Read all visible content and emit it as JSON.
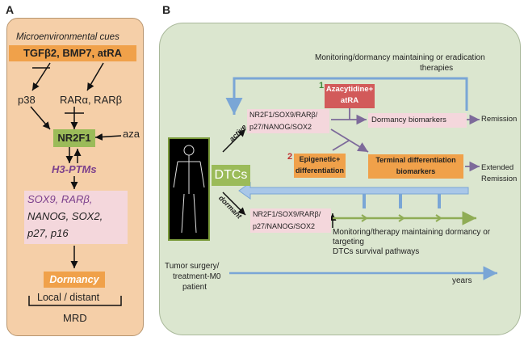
{
  "panel_a": {
    "letter": "A",
    "micro_title": "Microenvironmental cues",
    "cues": "TGFβ2, BMP7, atRA",
    "p38": "p38",
    "rar": "RARα, RARβ",
    "nr2f1": "NR2F1",
    "aza": "aza",
    "ptms": "H3-PTMs",
    "targets": [
      "SOX9, RARβ,",
      "NANOG, SOX2,",
      "p27, p16"
    ],
    "dormancy": "Dormancy",
    "local": "Local / distant",
    "mrd": "MRD"
  },
  "panel_b": {
    "letter": "B",
    "monitoring_top": [
      "Monitoring/dormancy maintaining or eradication",
      "therapies"
    ],
    "step1_num": "1",
    "aza_box": [
      "Azacytidine+",
      "atRA"
    ],
    "active_genes": [
      "NR2F1/SOX9/RARβ/",
      "p27/NANOG/SOX2"
    ],
    "dormancy_biomarkers": "Dormancy biomarkers",
    "remission": "Remission",
    "step2_num": "2",
    "epigenetic_box": [
      "Epigenetic+",
      "differentiation"
    ],
    "terminal_box": [
      "Terminal differentiation",
      "biomarkers"
    ],
    "extended_remission": [
      "Extended",
      "Remission"
    ],
    "dtcs": "DTCs",
    "active": "active",
    "dormant": "dormant",
    "dormant_genes": [
      "NR2F1/SOX9/RARβ/",
      "p27/NANOG/SOX2"
    ],
    "monitoring_bottom": [
      "Monitoring/therapy maintaining dormancy or",
      "targeting",
      "DTCs survival pathways"
    ],
    "surgery": [
      "Tumor surgery/",
      "treatment-M0",
      "patient"
    ],
    "years": "years"
  },
  "colors": {
    "panel_a_bg": "#f5cfa8",
    "panel_b_bg": "#dbe6cf",
    "orange": "#f0a14a",
    "green_box": "#9bbb59",
    "red_box": "#d25a5a",
    "pink_box": "#f4d7dc",
    "blue_arrow": "#7aa6d6",
    "green_arrow": "#8fac55",
    "purple": "#7b3f8c"
  }
}
